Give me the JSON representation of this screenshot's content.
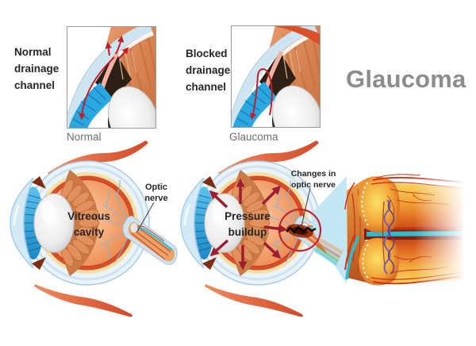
{
  "title": {
    "text": "Glaucoma"
  },
  "insets": {
    "normal": {
      "caption": [
        "Normal",
        "drainage",
        "channel"
      ],
      "label": "Normal"
    },
    "blocked": {
      "caption": [
        "Blocked",
        "drainage",
        "channel"
      ],
      "label": "Glaucoma"
    }
  },
  "eyes": {
    "normal": {
      "cavity": [
        "Vitreous",
        "cavity"
      ],
      "nerve": [
        "Optic",
        "nerve"
      ]
    },
    "glaucoma": {
      "pressure": [
        "Pressure",
        "buildup"
      ],
      "changes": [
        "Changes in",
        "optic nerve"
      ]
    }
  },
  "palette": {
    "title_gray": "#8c8c8c",
    "label_gray": "#6e6e6e",
    "text_dark": "#262626",
    "arrow_red": "#9e1d2e",
    "annotation_red": "#c5252f",
    "muscle_red": "#dd552f",
    "sclera_blue": "#eaf3fa",
    "choroid_red": "#d84e2a",
    "vitreous_orange": "#f4a873",
    "iris_blue": "#2aa7e0",
    "cornea_blue": "#cfe8f6",
    "vessel_blue": "#8ab6d6",
    "nerve_cyan": "#2fc0d8",
    "cone_blue": "#c3e5f4",
    "detail_yellow": "#f6c445",
    "detail_orange": "#ee8c2e",
    "vessel_red": "#cc2c12",
    "vessel_purple": "#7b5ca9"
  }
}
